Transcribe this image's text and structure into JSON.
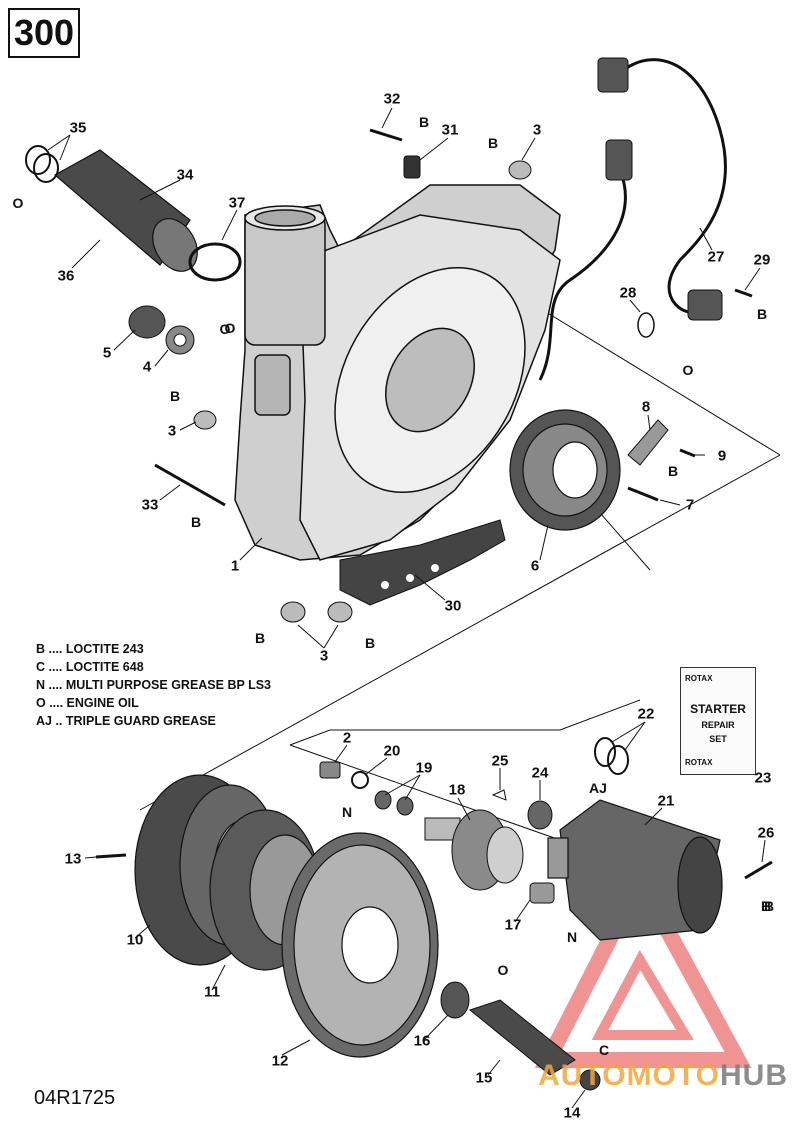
{
  "page_number": "300",
  "diagram_code": "04R1725",
  "legend": [
    "B .... LOCTITE 243",
    "C .... LOCTITE 648",
    "N .... MULTI PURPOSE GREASE BP LS3",
    "O .... ENGINE OIL",
    "AJ .. TRIPLE GUARD GREASE"
  ],
  "callouts": [
    "35",
    "34",
    "36",
    "37",
    "32",
    "31",
    "3",
    "27",
    "29",
    "28",
    "5",
    "4",
    "3",
    "8",
    "9",
    "33",
    "7",
    "1",
    "6",
    "30",
    "3",
    "2",
    "20",
    "19",
    "25",
    "24",
    "18",
    "22",
    "23",
    "21",
    "26",
    "13",
    "10",
    "11",
    "12",
    "16",
    "17",
    "15",
    "14"
  ],
  "lube_marks": [
    "O",
    "O",
    "B",
    "B",
    "O",
    "B",
    "B",
    "B",
    "B",
    "B",
    "O",
    "B",
    "B",
    "N",
    "AJ",
    "O",
    "N",
    "B",
    "C"
  ],
  "repair_kit": {
    "brand": "ROTAX",
    "title": "STARTER",
    "line1": "REPAIR",
    "line2": "SET"
  },
  "watermark": {
    "part1": "AUTOMOTO",
    "part2": "HUB"
  },
  "colors": {
    "line": "#111111",
    "part_fill": "#d9d9d9",
    "part_dark": "#8c8c8c",
    "watermark_red": "#e23b3b",
    "watermark_orange": "#f2a63a"
  }
}
